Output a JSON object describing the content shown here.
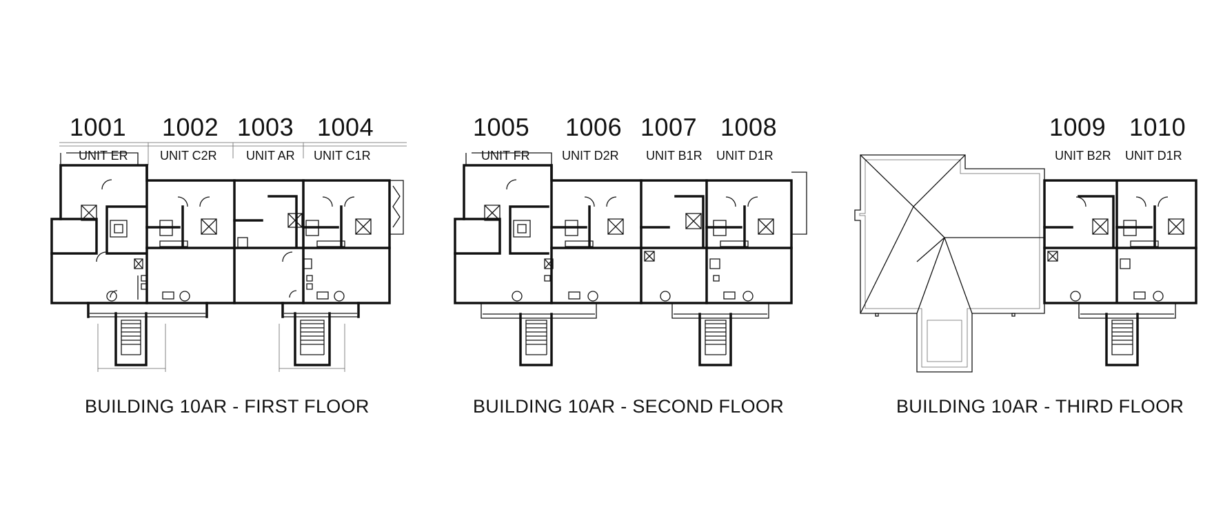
{
  "floors": [
    {
      "caption": "BUILDING 10AR - FIRST FLOOR",
      "units": [
        {
          "number": "1001",
          "type": "UNIT ER"
        },
        {
          "number": "1002",
          "type": "UNIT C2R"
        },
        {
          "number": "1003",
          "type": "UNIT AR"
        },
        {
          "number": "1004",
          "type": "UNIT C1R"
        }
      ]
    },
    {
      "caption": "BUILDING 10AR - SECOND FLOOR",
      "units": [
        {
          "number": "1005",
          "type": "UNIT FR"
        },
        {
          "number": "1006",
          "type": "UNIT D2R"
        },
        {
          "number": "1007",
          "type": "UNIT B1R"
        },
        {
          "number": "1008",
          "type": "UNIT D1R"
        }
      ]
    },
    {
      "caption": "BUILDING 10AR - THIRD FLOOR",
      "units": [
        {
          "number": "1009",
          "type": "UNIT B2R"
        },
        {
          "number": "1010",
          "type": "UNIT D1R"
        }
      ]
    }
  ]
}
